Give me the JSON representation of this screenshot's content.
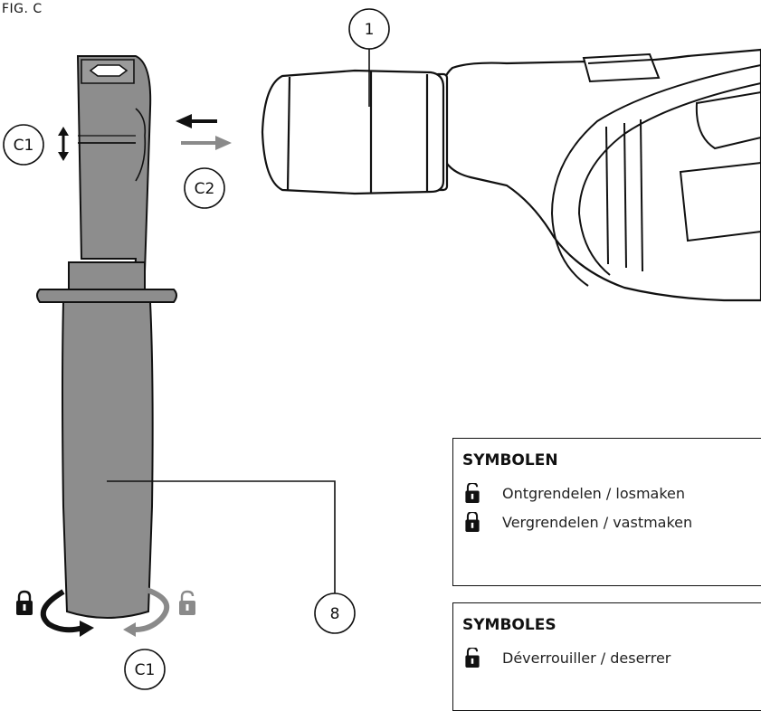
{
  "figure_label": "FIG. C",
  "callouts": {
    "c1_top": "C1",
    "c2": "C2",
    "one": "1",
    "eight": "8",
    "c1_bottom": "C1"
  },
  "icons": {
    "lock": "lock-closed-icon",
    "unlock": "lock-open-icon",
    "arrow_left": "arrow-left-icon",
    "arrow_right": "arrow-right-icon",
    "double_arrow": "up-down-arrow-icon",
    "rotate_cw": "rotate-clockwise-icon",
    "rotate_ccw": "rotate-counterclockwise-icon"
  },
  "colors": {
    "handle_gray": "#8d8d8d",
    "line_black": "#111111",
    "arrow_gray": "#8a8a8a"
  },
  "symbolen": {
    "title": "SYMBOLEN",
    "items": [
      {
        "icon": "lock-open-icon",
        "text": "Ontgrendelen / losmaken"
      },
      {
        "icon": "lock-closed-icon",
        "text": "Vergrendelen / vastmaken"
      }
    ]
  },
  "symboles": {
    "title": "SYMBOLES",
    "items": [
      {
        "icon": "lock-open-icon",
        "text": "Déverrouiller / deserrer"
      }
    ]
  }
}
